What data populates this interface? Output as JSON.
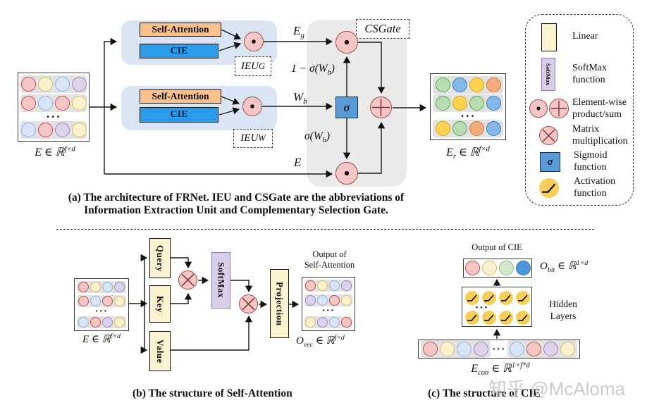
{
  "ellipsis": "···",
  "palette": {
    "pink": {
      "fill": "#F5C6C6",
      "stroke": "#C0504D"
    },
    "cream": {
      "fill": "#FBF1CC",
      "stroke": "#D6BE6A"
    },
    "lightblue": {
      "fill": "#D7E5F6",
      "stroke": "#8DB4DC"
    },
    "lavender": {
      "fill": "#DCD2EA",
      "stroke": "#9C88C0"
    },
    "green": {
      "fill": "#B9DDB2",
      "stroke": "#5FA554"
    },
    "blue": {
      "fill": "#85B8E8",
      "stroke": "#3E7CB8"
    },
    "gold": {
      "fill": "#FFD34D",
      "stroke": "#D9A420"
    },
    "orange": {
      "fill": "#F2AC7E",
      "stroke": "#D07C3F"
    },
    "palegreen": {
      "fill": "#D4E8CD",
      "stroke": "#8CBB7E"
    },
    "solidblue": {
      "fill": "#4D96D9",
      "stroke": "#2E75B6"
    }
  },
  "part_a": {
    "input_matrix": {
      "rows": [
        [
          "pink",
          "cream",
          "lightblue",
          "lavender"
        ],
        [
          "pink",
          "lightblue",
          "pink",
          "cream"
        ],
        [
          "lightblue",
          "pink",
          "lavender",
          "cream"
        ]
      ],
      "label": [
        {
          "t": "E ∈ ℝ"
        },
        {
          "t": "f×d",
          "s": "sup"
        }
      ]
    },
    "ieu_g": {
      "self_attention": "Self-Attention",
      "cie": "CIE",
      "tag": [
        {
          "t": "IEU"
        },
        {
          "t": "G",
          "s": "sub"
        }
      ]
    },
    "ieu_w": {
      "self_attention": "Self-Attention",
      "cie": "CIE",
      "tag": [
        {
          "t": "IEU"
        },
        {
          "t": "W",
          "s": "sub"
        }
      ]
    },
    "csgate_tag": "CSGate",
    "sigma": "σ",
    "labels": {
      "eg": [
        {
          "t": "E"
        },
        {
          "t": "g",
          "s": "sub"
        }
      ],
      "one_minus_sigma": [
        {
          "t": "1 − σ(W"
        },
        {
          "t": "b",
          "s": "sub"
        },
        {
          "t": ")"
        }
      ],
      "wb": [
        {
          "t": "W"
        },
        {
          "t": "b",
          "s": "sub"
        }
      ],
      "sigma_wb": [
        {
          "t": "σ(W"
        },
        {
          "t": "b",
          "s": "sub"
        },
        {
          "t": ")"
        }
      ],
      "e": [
        {
          "t": "E"
        }
      ]
    },
    "output_matrix": {
      "rows": [
        [
          "green",
          "blue",
          "gold",
          "orange"
        ],
        [
          "green",
          "gold",
          "green",
          "blue"
        ],
        [
          "gold",
          "green",
          "orange",
          "blue"
        ]
      ],
      "label": [
        {
          "t": "E"
        },
        {
          "t": "r",
          "s": "sub"
        },
        {
          "t": " ∈ ℝ"
        },
        {
          "t": "f×d",
          "s": "sup"
        }
      ]
    },
    "caption_line1": "(a)  The architecture of  FRNet. IEU and CSGate are the abbreviations of",
    "caption_line2": "Information  Extraction  Unit and  Complementary  Selection  Gate."
  },
  "part_b": {
    "matrix": {
      "rows": [
        [
          "pink",
          "cream",
          "lightblue",
          "lavender"
        ],
        [
          "pink",
          "lightblue",
          "pink",
          "cream"
        ],
        [
          "lightblue",
          "pink",
          "lavender",
          "cream"
        ]
      ],
      "label": [
        {
          "t": "E ∈ ℝ"
        },
        {
          "t": "f×d",
          "s": "sup"
        }
      ]
    },
    "query": "Query",
    "key": "Key",
    "value": "Value",
    "softmax": "SoftMax",
    "projection": "Projection",
    "output_title_line1": "Output of",
    "output_title_line2": "Self-Attention",
    "output_matrix": {
      "rows": [
        [
          "pink",
          "cream",
          "lightblue",
          "lavender"
        ],
        [
          "lavender",
          "lightblue",
          "pink",
          "cream"
        ],
        [
          "cream",
          "lavender",
          "lightblue",
          "pink"
        ]
      ],
      "label": [
        {
          "t": "O"
        },
        {
          "t": "vec",
          "s": "sub"
        },
        {
          "t": " ∈ ℝ"
        },
        {
          "t": "f×d",
          "s": "sup"
        }
      ]
    },
    "caption": "(b)  The structure  of Self-Attention"
  },
  "part_c": {
    "output_title": "Output of  CIE",
    "obit_row": [
      "pink",
      "cream",
      "palegreen",
      "solidblue"
    ],
    "obit_label": [
      {
        "t": "O"
      },
      {
        "t": "bit",
        "s": "sub"
      },
      {
        "t": " ∈ ℝ"
      },
      {
        "t": "1×d",
        "s": "sup"
      }
    ],
    "hidden_label_line1": "Hidden",
    "hidden_label_line2": "Layers",
    "econ_left": [
      "pink",
      "cream",
      "lightblue",
      "lavender"
    ],
    "econ_right": [
      "lightblue",
      "pink",
      "lavender",
      "cream"
    ],
    "econ_label": [
      {
        "t": "E"
      },
      {
        "t": "con",
        "s": "sub"
      },
      {
        "t": " ∈ ℝ"
      },
      {
        "t": "1×f*d",
        "s": "sup"
      }
    ],
    "caption": "(c) The structure of CIE"
  },
  "legend": {
    "linear": {
      "label1": "Linear",
      "label2": ""
    },
    "softmax": {
      "icon_text": "SoftMax",
      "label1": "SoftMax",
      "label2": "function"
    },
    "elementwise": {
      "label1": "Element-wise",
      "label2": "product/sum"
    },
    "matmul": {
      "label1": "Matrix",
      "label2": "multiplication"
    },
    "sigmoid": {
      "icon_text": "σ",
      "label1": "Sigmoid",
      "label2": "function"
    },
    "activation": {
      "label1": "Activation",
      "label2": "function"
    }
  },
  "watermark": "知乎 @McAloma"
}
